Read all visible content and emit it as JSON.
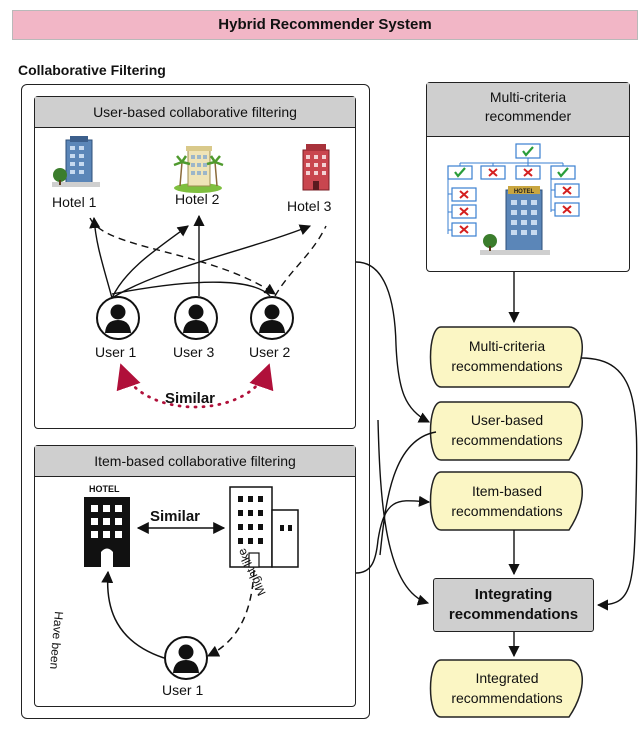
{
  "title": "Hybrid Recommender System",
  "cf_section_label": "Collaborative Filtering",
  "user_based": {
    "header": "User-based collaborative filtering",
    "hotels": [
      "Hotel 1",
      "Hotel 2",
      "Hotel 3"
    ],
    "users": [
      "User 1",
      "User 3",
      "User 2"
    ],
    "similar_label": "Similar"
  },
  "item_based": {
    "header": "Item-based collaborative filtering",
    "similar_label": "Similar",
    "hotel_sign": "HOTEL",
    "user_label": "User 1",
    "have_been_label": "Have been",
    "might_like_label": "Might like"
  },
  "multi_criteria": {
    "header_line1": "Multi-criteria",
    "header_line2": "recommender",
    "hotel_sign": "HOTEL"
  },
  "recommendation_docs": {
    "multi_line1": "Multi-criteria",
    "multi_line2": "recommendations",
    "user_line1": "User-based",
    "user_line2": "recommendations",
    "item_line1": "Item-based",
    "item_line2": "recommendations",
    "integrated_line1": "Integrated",
    "integrated_line2": "recommendations"
  },
  "integrating_line1": "Integrating",
  "integrating_line2": "recommendations",
  "colors": {
    "title_bar": "#f2b6c6",
    "panel_header": "#cfcfcf",
    "document_fill": "#fbf6c4",
    "similar_dots": "#b0103a",
    "check": "#2a9d3a",
    "cross": "#d42020"
  }
}
